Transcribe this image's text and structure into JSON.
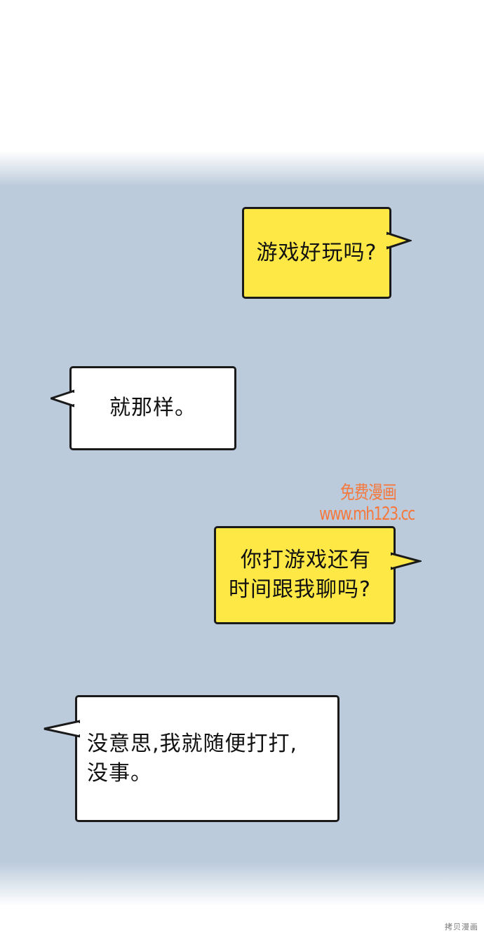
{
  "bubbles": [
    {
      "id": "b1",
      "speaker": "self",
      "color": "#fde845",
      "text": "游戏好玩吗?"
    },
    {
      "id": "b2",
      "speaker": "other",
      "color": "#ffffff",
      "text": "就那样。"
    },
    {
      "id": "b3",
      "speaker": "self",
      "color": "#fde845",
      "text": "你打游戏还有\n时间跟我聊吗?"
    },
    {
      "id": "b4",
      "speaker": "other",
      "color": "#ffffff",
      "text": "没意思,我就随便打打,\n没事。"
    }
  ],
  "watermark": {
    "line1": "免费漫画",
    "line2": "www.mh123.cc",
    "color": "#ff6a22"
  },
  "corner_mark": "拷贝漫画",
  "colors": {
    "background": "#bccbdc",
    "outline": "#1a1a1a"
  }
}
